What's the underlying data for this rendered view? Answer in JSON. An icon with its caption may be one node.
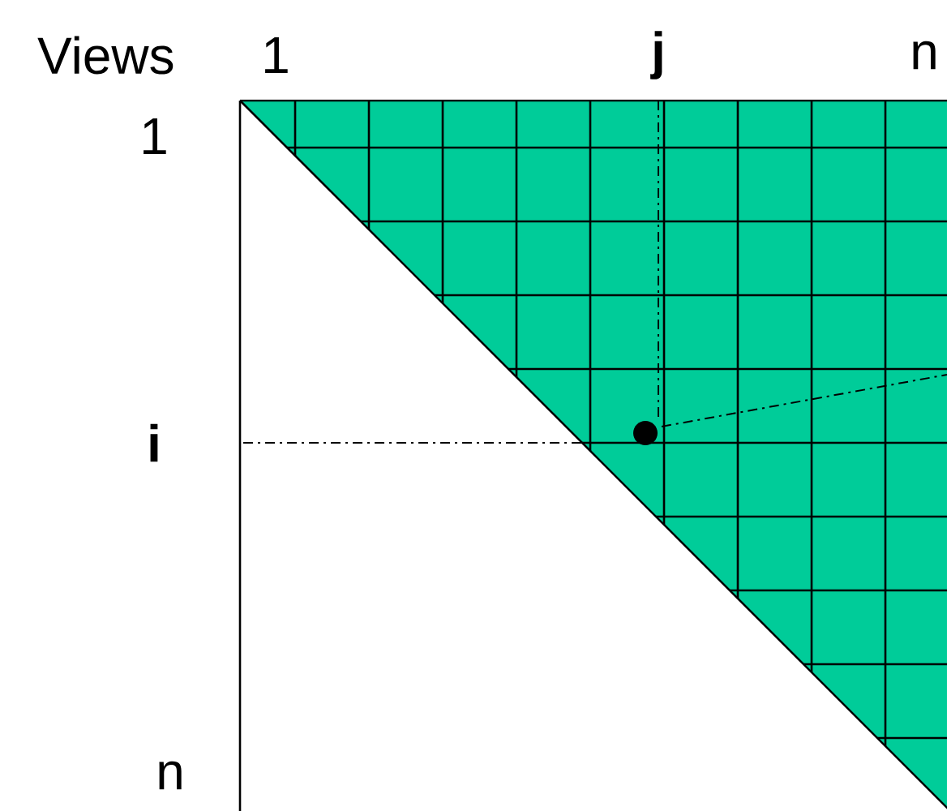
{
  "diagram": {
    "labels": [
      "Views",
      "1",
      "j",
      "n",
      "1",
      "i",
      "n"
    ]
  }
}
